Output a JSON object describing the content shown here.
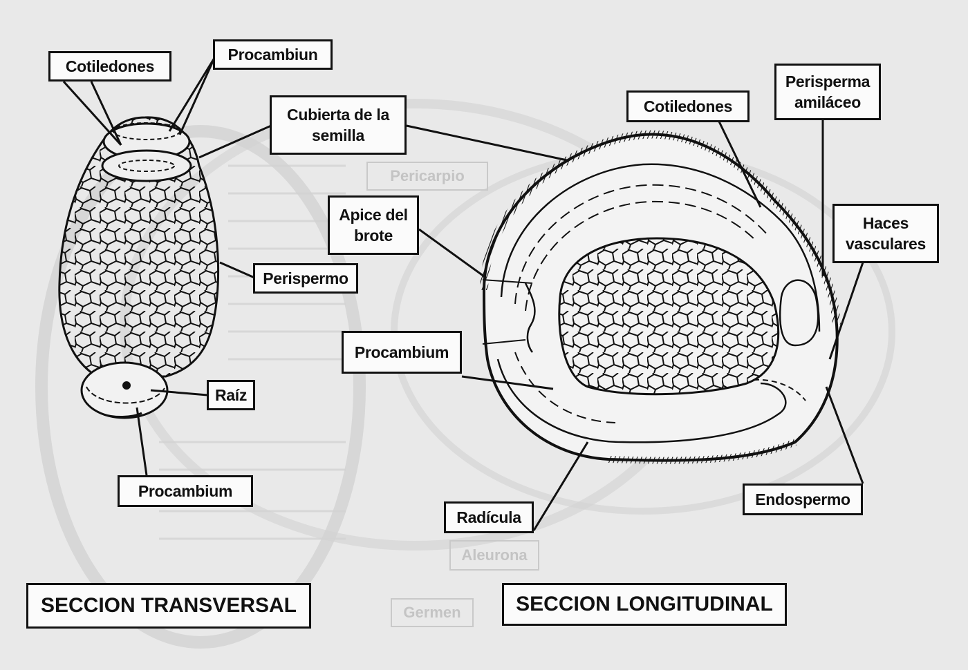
{
  "labels": {
    "cotiledones_left": "Cotiledones",
    "procambiun": "Procambiun",
    "cubierta_line1": "Cubierta de la",
    "cubierta_line2": "semilla",
    "perispermo": "Perispermo",
    "raiz": "Raíz",
    "procambium_bottom_left": "Procambium",
    "apice_line1": "Apice del",
    "apice_line2": "brote",
    "procambium_middle": "Procambium",
    "cotiledones_right": "Cotiledones",
    "perisperma_line1": "Perisperma",
    "perisperma_line2": "amiláceo",
    "haces_line1": "Haces",
    "haces_line2": "vasculares",
    "endospermo": "Endospermo",
    "radicula": "Radícula"
  },
  "titles": {
    "transversal": "SECCION TRANSVERSAL",
    "longitudinal": "SECCION LONGITUDINAL"
  },
  "background_labels": {
    "pericarpio": "Pericarpio",
    "aleurona": "Aleurona",
    "germen": "Germen"
  },
  "colors": {
    "background": "#e9e9e9",
    "ink": "#111111",
    "ghost": "#c4c4c4"
  }
}
